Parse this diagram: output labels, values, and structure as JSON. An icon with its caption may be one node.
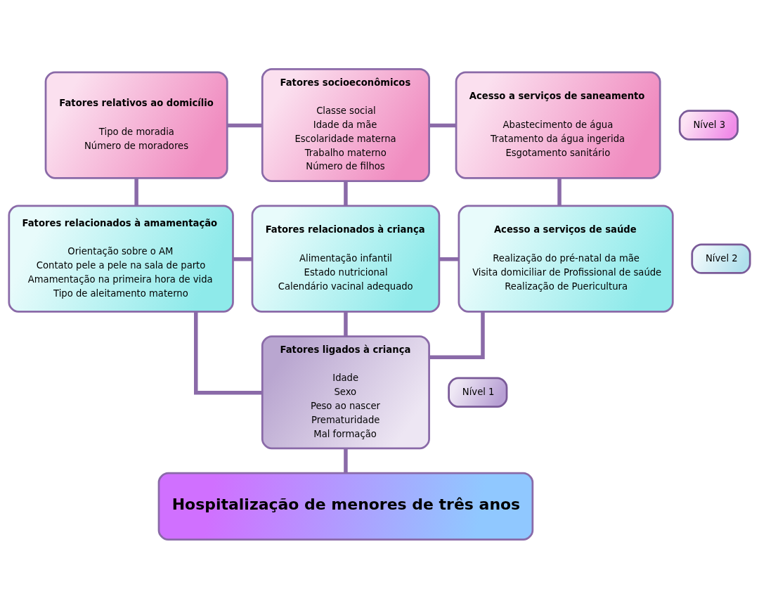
{
  "diagram": {
    "nodes": [
      {
        "text": [
          "Fatores relativos ao domicílio",
          "Tipo de moradia",
          "Número de moradores"
        ]
      },
      {
        "text": [
          "Fatores socioeconômicos",
          "Classe social",
          "Idade da mãe",
          "Escolaridade materna",
          "Trabalho materno",
          "Número de filhos"
        ]
      },
      {
        "text": [
          "Acesso a serviços de saneamento",
          "Abastecimento de água",
          "Tratamento da água ingerida",
          "Esgotamento sanitário"
        ]
      },
      {
        "text": [
          "Nível 3"
        ]
      },
      {
        "text": [
          "Fatores relacionados à amamentação",
          "Orientação sobre o AM",
          "Contato pele a pele na sala de parto",
          "Amamentação na primeira hora de vida",
          "Tipo de aleitamento materno"
        ]
      },
      {
        "text": [
          "Fatores relacionados à criança",
          "Alimentação infantil",
          "Estado nutricional",
          "Calendário vacinal adequado"
        ]
      },
      {
        "text": [
          "Acesso a serviços de saúde",
          "Realização do pré-natal da mãe",
          "Visita domiciliar de Profissional de saúde",
          "Realização de Puericultura"
        ]
      },
      {
        "text": [
          "Nível 2"
        ]
      },
      {
        "text": [
          "Fatores ligados à criança",
          "Idade",
          "Sexo",
          "Peso ao nascer",
          "Prematuridade",
          "Mal formação"
        ]
      },
      {
        "text": [
          "Nível 1"
        ]
      },
      {
        "text": [
          "Hospitalização de menores de três anos"
        ]
      }
    ],
    "edges": [
      {
        "from": 0,
        "to": 1,
        "arrow": "none"
      },
      {
        "from": 1,
        "to": 2,
        "arrow": "none"
      },
      {
        "from": 0,
        "to": 4,
        "arrow": "none"
      },
      {
        "from": 1,
        "to": 5,
        "arrow": "none"
      },
      {
        "from": 2,
        "to": 6,
        "arrow": "none"
      },
      {
        "from": 4,
        "to": 5,
        "arrow": "none"
      },
      {
        "from": 5,
        "to": 6,
        "arrow": "none"
      },
      {
        "from": 4,
        "to": 8,
        "arrow": "none"
      },
      {
        "from": 5,
        "to": 8,
        "arrow": "none"
      },
      {
        "from": 6,
        "to": 8,
        "arrow": "none"
      },
      {
        "from": 8,
        "to": 10,
        "arrow": "none"
      }
    ]
  }
}
